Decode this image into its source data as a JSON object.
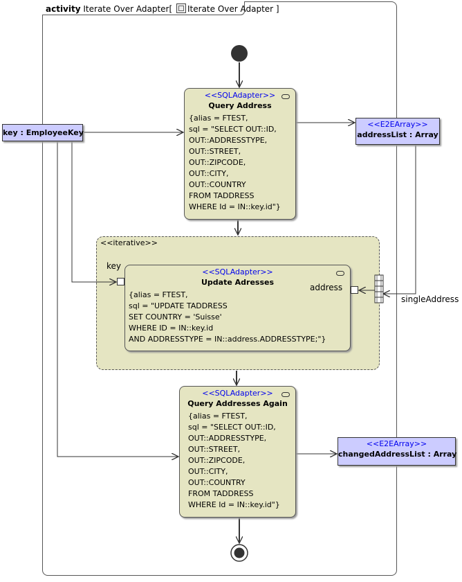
{
  "frame": {
    "keyword": "activity",
    "name": "Iterate Over Adapter[",
    "ref_name": "Iterate Over Adapter ]",
    "icon": "subactivity-icon"
  },
  "key_object": {
    "label": "key : EmployeeKey"
  },
  "query_address": {
    "stereotype": "<<SQLAdapter>>",
    "name": "Query  Address",
    "lines": [
      "{alias = FTEST,",
      "sql = \"SELECT OUT::ID,",
      "OUT::ADDRESSTYPE,",
      "OUT::STREET,",
      "OUT::ZIPCODE,",
      "OUT::CITY,",
      "OUT::COUNTRY",
      "FROM TADDRESS",
      "WHERE Id = IN::key.id\"}"
    ]
  },
  "address_list": {
    "stereotype": "<<E2EArray>>",
    "name": "addressList : Array"
  },
  "region": {
    "label": "<<iterative>>"
  },
  "update_adresses": {
    "stereotype": "<<SQLAdapter>>",
    "name": "Update Adresses",
    "lines": [
      "{alias = FTEST,",
      "sql = \"UPDATE TADDRESS",
      "SET COUNTRY = 'Suisse'",
      "WHERE ID = IN::key.id",
      "AND ADDRESSTYPE = IN::address.ADDRESSTYPE;\"}"
    ]
  },
  "pins": {
    "key": "key",
    "address": "address"
  },
  "single_address": "singleAddress",
  "query_again": {
    "stereotype": "<<SQLAdapter>>",
    "name": "Query  Addresses Again",
    "lines": [
      "{alias = FTEST,",
      "sql = \"SELECT OUT::ID,",
      "OUT::ADDRESSTYPE,",
      "OUT::STREET,",
      "OUT::ZIPCODE,",
      "OUT::CITY,",
      "OUT::COUNTRY",
      "FROM TADDRESS",
      "WHERE Id = IN::key.id\"}"
    ]
  },
  "changed_list": {
    "stereotype": "<<E2EArray>>",
    "name": "changedAddressList : Array"
  },
  "colors": {
    "action_fill": "#e5e5c2",
    "object_fill": "#ccccff",
    "stereotype": "#0000ee"
  }
}
